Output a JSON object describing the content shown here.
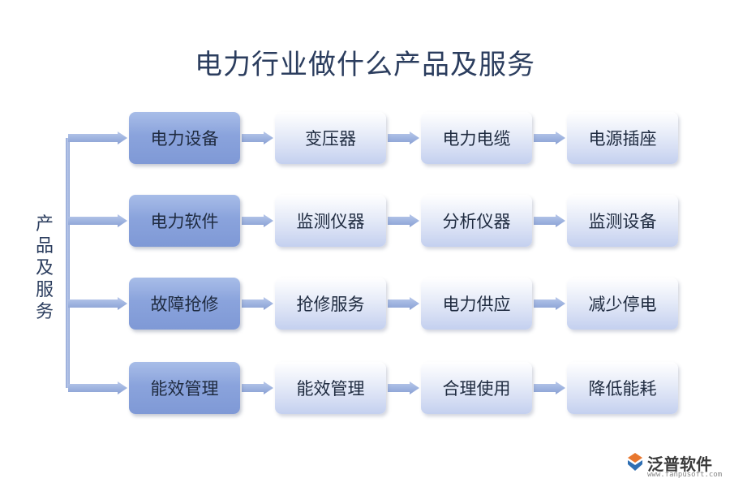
{
  "title": "电力行业做什么产品及服务",
  "side_label": [
    "产",
    "品",
    "及",
    "服",
    "务"
  ],
  "rows": [
    {
      "items": [
        "电力设备",
        "变压器",
        "电力电缆",
        "电源插座"
      ]
    },
    {
      "items": [
        "电力软件",
        "监测仪器",
        "分析仪器",
        "监测设备"
      ]
    },
    {
      "items": [
        "故障抢修",
        "抢修服务",
        "电力供应",
        "减少停电"
      ]
    },
    {
      "items": [
        "能效管理",
        "能效管理",
        "合理使用",
        "降低能耗"
      ]
    }
  ],
  "logo": {
    "name": "泛普软件",
    "url": "www.fanpusoft.com"
  },
  "colors": {
    "primary_box": "#8aa3dc",
    "secondary_box": "#dfe6f6",
    "arrow": "#9fb4e0",
    "title": "#2b3d5e"
  }
}
